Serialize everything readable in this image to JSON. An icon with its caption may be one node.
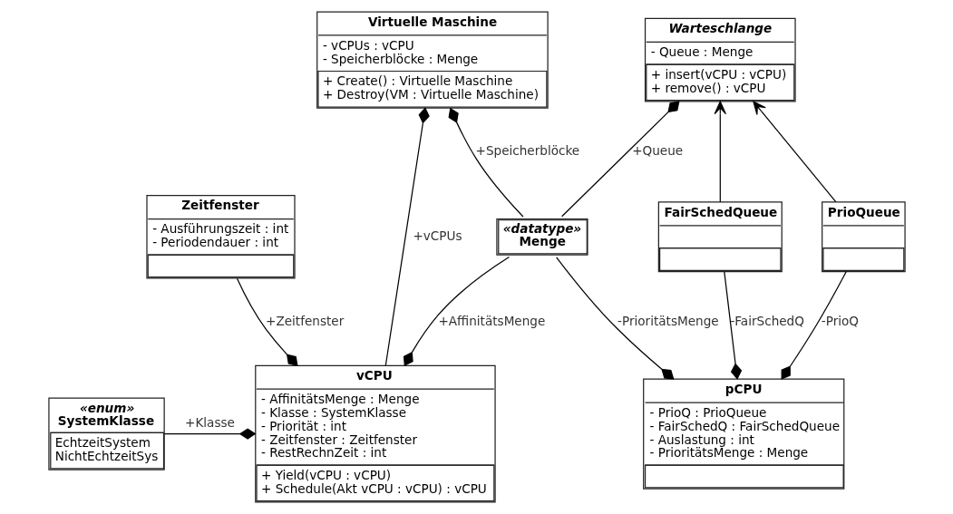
{
  "diagram": {
    "nodes": [
      {
        "text": [
          "Virtuelle Maschine",
          "- vCPUs : vCPU",
          "- Speicherblöcke : Menge",
          "+ Create() : Virtuelle Maschine",
          "+ Destroy(VM : Virtuelle Maschine)"
        ]
      },
      {
        "text": [
          "Warteschlange",
          "- Queue : Menge",
          "+ insert(vCPU : vCPU)",
          "+ remove() : vCPU"
        ]
      },
      {
        "text": [
          "«datatype»",
          "Menge"
        ]
      },
      {
        "text": [
          "PrioQueue"
        ]
      },
      {
        "text": [
          "FairSchedQueue"
        ]
      },
      {
        "text": [
          "Zeitfenster",
          "- Ausführungszeit : int",
          "- Periodendauer : int"
        ]
      },
      {
        "text": [
          "vCPU",
          "- AffinitätsMenge : Menge",
          "- Klasse : SystemKlasse",
          "- Priorität : int",
          "- Zeitfenster : Zeitfenster",
          "- RestRechnZeit : int",
          "+ Yield(vCPU : vCPU)",
          "+ Schedule(Akt vCPU : vCPU) : vCPU"
        ]
      },
      {
        "text": [
          "«enum»",
          "SystemKlasse",
          "EchtzeitSystem",
          "NichtEchtzeitSys"
        ]
      },
      {
        "text": [
          "pCPU",
          "- PrioQ : PrioQueue",
          "- FairSchedQ : FairSchedQueue",
          "- Auslastung : int",
          "- PrioritätsMenge : Menge"
        ]
      }
    ],
    "edges": [
      {
        "from": 6,
        "to": 0,
        "arrow": "other",
        "label": "+vCPUs"
      },
      {
        "from": 2,
        "to": 0,
        "arrow": "other",
        "label": "+Speicherblöcke"
      },
      {
        "from": 2,
        "to": 1,
        "arrow": "other",
        "label": "+Queue"
      },
      {
        "from": 3,
        "to": 1,
        "arrow": "to"
      },
      {
        "from": 4,
        "to": 1,
        "arrow": "to"
      },
      {
        "from": 2,
        "to": 6,
        "arrow": "other",
        "label": "+AffinitätsMenge"
      },
      {
        "from": 2,
        "to": 8,
        "arrow": "other",
        "label": "-PrioritätsMenge"
      },
      {
        "from": 3,
        "to": 8,
        "arrow": "other",
        "label": "-PrioQ"
      },
      {
        "from": 4,
        "to": 8,
        "arrow": "other",
        "label": "-FairSchedQ"
      },
      {
        "from": 5,
        "to": 6,
        "arrow": "other",
        "label": "+Zeitfenster"
      },
      {
        "from": 7,
        "to": 6,
        "arrow": "other",
        "label": "+Klasse"
      }
    ]
  }
}
